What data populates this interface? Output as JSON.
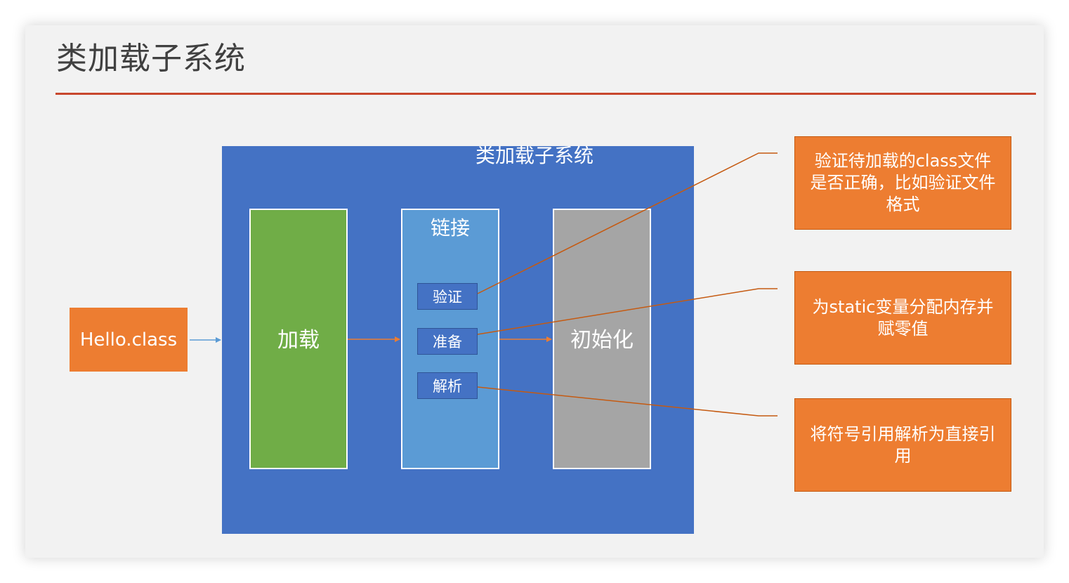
{
  "slide": {
    "title": "类加载子系统"
  },
  "diagram": {
    "input": "Hello.class",
    "subsystem_title": "类加载子系统",
    "stages": {
      "load": "加载",
      "link": "链接",
      "init": "初始化"
    },
    "link_steps": {
      "verify": "验证",
      "prepare": "准备",
      "resolve": "解析"
    },
    "notes": {
      "verify": "验证待加载的class文件是否正确，比如验证文件格式",
      "prepare": "为static变量分配内存并赋零值",
      "resolve": "将符号引用解析为直接引用"
    },
    "colors": {
      "input": "#ed7d31",
      "subsystem": "#4472c4",
      "load": "#70ad47",
      "link": "#5b9bd5",
      "init": "#a5a5a5",
      "note": "#ed7d31",
      "title_rule": "#c8472d",
      "connector": "#c55a11"
    }
  }
}
